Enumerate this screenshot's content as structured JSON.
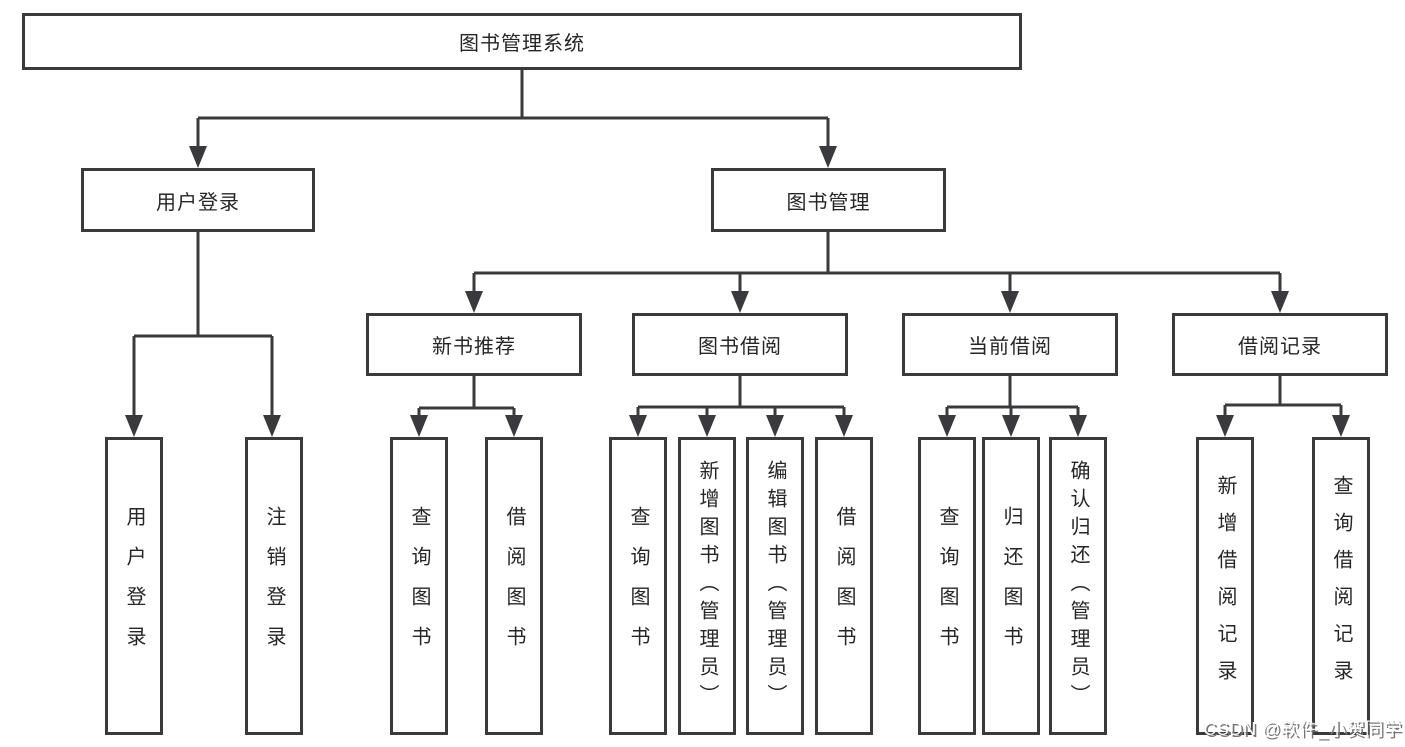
{
  "diagram": {
    "root": "图书管理系统",
    "level2": {
      "user_login": "用户登录",
      "book_mgmt": "图书管理"
    },
    "level3": {
      "new_books": "新书推荐",
      "book_borrow": "图书借阅",
      "current_borrow": "当前借阅",
      "borrow_records": "借阅记录"
    },
    "leaves": {
      "user_login_leaf": "用户登录",
      "logout": "注销登录",
      "nb_query": "查询图书",
      "nb_borrow": "借阅图书",
      "bb_query": "查询图书",
      "bb_add": "新增图书（管理员）",
      "bb_edit": "编辑图书（管理员）",
      "bb_borrow": "借阅图书",
      "cb_query": "查询图书",
      "cb_return": "归还图书",
      "cb_confirm": "确认归还（管理员）",
      "br_add": "新增借阅记录",
      "br_query": "查询借阅记录"
    }
  },
  "watermark": "CSDN @软件_小贺同学",
  "colors": {
    "line": "#3a3a3c",
    "box_border": "#3a3a3c",
    "text": "#262626",
    "background": "#ffffff",
    "watermark_text": "#fdfdfd",
    "watermark_shadow": "#757577"
  }
}
